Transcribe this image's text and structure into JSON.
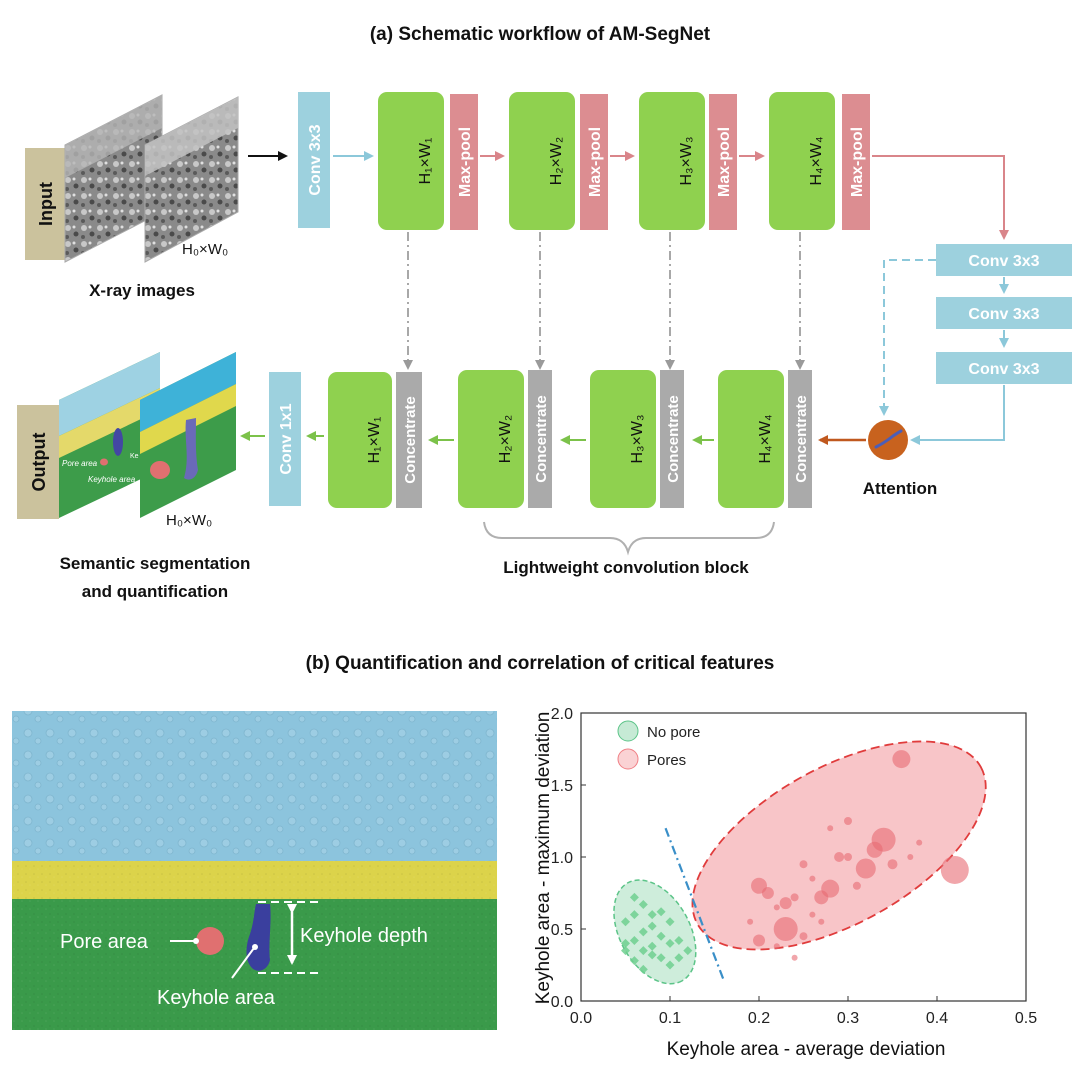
{
  "panel_a": {
    "title": "(a) Schematic workflow of AM-SegNet",
    "input_label": "Input",
    "input_caption": "X-ray images",
    "input_dim": "H₀×W₀",
    "output_label": "Output",
    "output_caption_line1": "Semantic segmentation",
    "output_caption_line2": "and quantification",
    "output_dim": "H₀×W₀",
    "output_pore_tag": "Pore area",
    "output_keyhole_tag": "Keyhole area",
    "output_depth_tag": "Ke",
    "conv_first": "Conv 3x3",
    "conv_out": "Conv 1x1",
    "bottleneck_convs": [
      "Conv 3x3",
      "Conv 3x3",
      "Conv 3x3"
    ],
    "encoder_blocks": [
      "H₁×W₁",
      "H₂×W₂",
      "H₃×W₃",
      "H₄×W₄"
    ],
    "maxpool_label": "Max-pool",
    "decoder_blocks": [
      "H₁×W₁",
      "H₂×W₂",
      "H₃×W₃",
      "H₄×W₄"
    ],
    "concat_label": "Concentrate",
    "attention_label": "Attention",
    "brace_label": "Lightweight convolution block"
  },
  "panel_b": {
    "title": "(b) Quantification and correlation of critical features",
    "seg_labels": {
      "pore": "Pore area",
      "keyhole_area": "Keyhole area",
      "keyhole_depth": "Keyhole depth"
    },
    "colors": {
      "powder": "#8cc4dd",
      "substrate_band": "#dcd34a",
      "melt": "#3a9a4a",
      "pore": "#e07070",
      "keyhole": "#3a3f9e",
      "no_pore": "#5cc488",
      "pores": "#f07f85",
      "separator": "#3a8fc8"
    }
  },
  "chart_data": {
    "type": "scatter",
    "xlabel": "Keyhole area - average deviation",
    "ylabel": "Keyhole area - maximum deviation",
    "xlim": [
      0.0,
      0.5
    ],
    "ylim": [
      0.0,
      2.0
    ],
    "xticks": [
      "0.0",
      "0.1",
      "0.2",
      "0.3",
      "0.4",
      "0.5"
    ],
    "yticks": [
      "0.0",
      "0.5",
      "1.0",
      "1.5",
      "2.0"
    ],
    "legend": [
      "No pore",
      "Pores"
    ],
    "legend_position": "top-left",
    "series": [
      {
        "name": "No pore",
        "marker": "diamond",
        "points": [
          [
            0.06,
            0.72
          ],
          [
            0.07,
            0.67
          ],
          [
            0.08,
            0.6
          ],
          [
            0.09,
            0.62
          ],
          [
            0.06,
            0.6
          ],
          [
            0.05,
            0.55
          ],
          [
            0.08,
            0.52
          ],
          [
            0.1,
            0.55
          ],
          [
            0.07,
            0.48
          ],
          [
            0.09,
            0.45
          ],
          [
            0.06,
            0.42
          ],
          [
            0.05,
            0.4
          ],
          [
            0.08,
            0.38
          ],
          [
            0.1,
            0.4
          ],
          [
            0.11,
            0.42
          ],
          [
            0.07,
            0.35
          ],
          [
            0.09,
            0.3
          ],
          [
            0.06,
            0.28
          ],
          [
            0.12,
            0.35
          ],
          [
            0.1,
            0.25
          ],
          [
            0.08,
            0.32
          ],
          [
            0.11,
            0.3
          ],
          [
            0.05,
            0.35
          ],
          [
            0.07,
            0.22
          ]
        ]
      },
      {
        "name": "Pores",
        "marker": "circle",
        "points": [
          [
            0.2,
            0.8,
            8
          ],
          [
            0.21,
            0.75,
            6
          ],
          [
            0.23,
            0.5,
            12
          ],
          [
            0.23,
            0.68,
            6
          ],
          [
            0.24,
            0.72,
            4
          ],
          [
            0.25,
            0.95,
            4
          ],
          [
            0.26,
            0.6,
            3
          ],
          [
            0.27,
            0.72,
            7
          ],
          [
            0.28,
            0.78,
            9
          ],
          [
            0.29,
            1.0,
            5
          ],
          [
            0.3,
            1.0,
            4
          ],
          [
            0.32,
            0.92,
            10
          ],
          [
            0.34,
            1.12,
            12
          ],
          [
            0.33,
            1.05,
            8
          ],
          [
            0.36,
            1.68,
            9
          ],
          [
            0.42,
            0.91,
            14
          ],
          [
            0.2,
            0.42,
            6
          ],
          [
            0.22,
            0.65,
            3
          ],
          [
            0.26,
            0.85,
            3
          ],
          [
            0.28,
            1.2,
            3
          ],
          [
            0.31,
            0.8,
            4
          ],
          [
            0.35,
            0.95,
            5
          ],
          [
            0.37,
            1.0,
            3
          ],
          [
            0.19,
            0.55,
            3
          ],
          [
            0.24,
            0.3,
            3
          ],
          [
            0.3,
            1.25,
            4
          ],
          [
            0.38,
            1.1,
            3
          ],
          [
            0.25,
            0.45,
            4
          ],
          [
            0.22,
            0.38,
            3
          ],
          [
            0.27,
            0.55,
            3
          ]
        ]
      }
    ],
    "separator_line": [
      [
        0.095,
        1.2
      ],
      [
        0.16,
        0.15
      ]
    ]
  }
}
